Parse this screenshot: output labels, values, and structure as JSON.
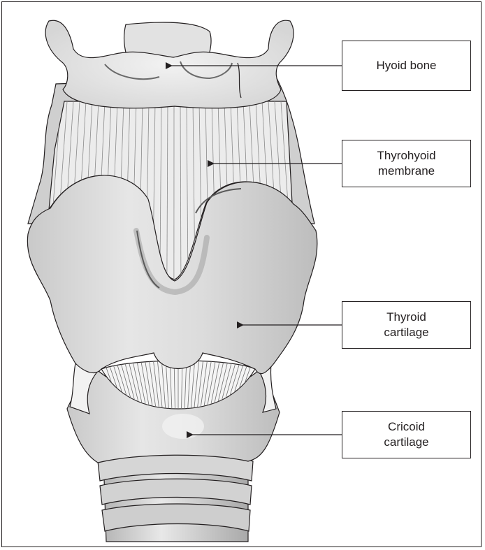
{
  "labels": {
    "hyoid": {
      "line1": "Hyoid bone",
      "line2": ""
    },
    "membrane": {
      "line1": "Thyrohyoid",
      "line2": "membrane"
    },
    "thyroid": {
      "line1": "Thyroid",
      "line2": "cartilage"
    },
    "cricoid": {
      "line1": "Cricoid",
      "line2": "cartilage"
    }
  }
}
